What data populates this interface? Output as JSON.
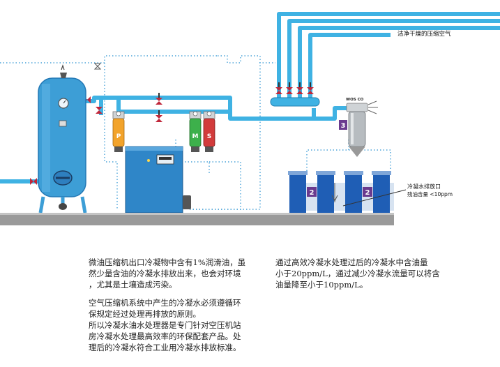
{
  "labels": {
    "outlet": "洁净干燥的压缩空气",
    "wos_code": "WOS CO",
    "stage_badge_3": "3",
    "badge_2": "2",
    "filter_p": "P",
    "filter_m": "M",
    "filter_s": "S",
    "drain_port": "冷凝水排放口",
    "residual_oil": "残油含量 <10ppm"
  },
  "text_left": {
    "p1_lines": [
      "微油压缩机出口冷凝物中含有1%润滑油，虽",
      "然少量含油的冷凝水排放出来，也会对环境",
      "，尤其是土壤造成污染。"
    ],
    "p2_lines": [
      "空气压缩机系统中产生的冷凝水必须遵循环",
      "保规定经过处理再排放的原则。"
    ],
    "p3_lines": [
      "所以冷凝水油水处理器是专门针对空压机站",
      "房冷凝水处理最高效率的环保配套产品。处",
      "理后的冷凝水符合工业用冷凝水排放标准。"
    ]
  },
  "text_right": {
    "lines": [
      "通过高效冷凝水处理过后的冷凝水中含油量",
      "小于20ppm/L，通过减少冷凝水流量可以将含",
      "油量降至小于10ppm/L。"
    ]
  },
  "colors": {
    "pipe": "#3fb2e3",
    "tank": "#3d9ed6",
    "tank_dark": "#2378b5",
    "dryer": "#2f86c8",
    "separator": "#1f5eb5",
    "separator_band": "#7fa6d8",
    "badge": "#6a3a8e",
    "valve": "#c0273a",
    "floor": "#9a9a9a",
    "filter_p": "#f2a32b",
    "filter_m": "#3db04b",
    "filter_s": "#d23b3b",
    "dotted": "#4aa3d8"
  }
}
